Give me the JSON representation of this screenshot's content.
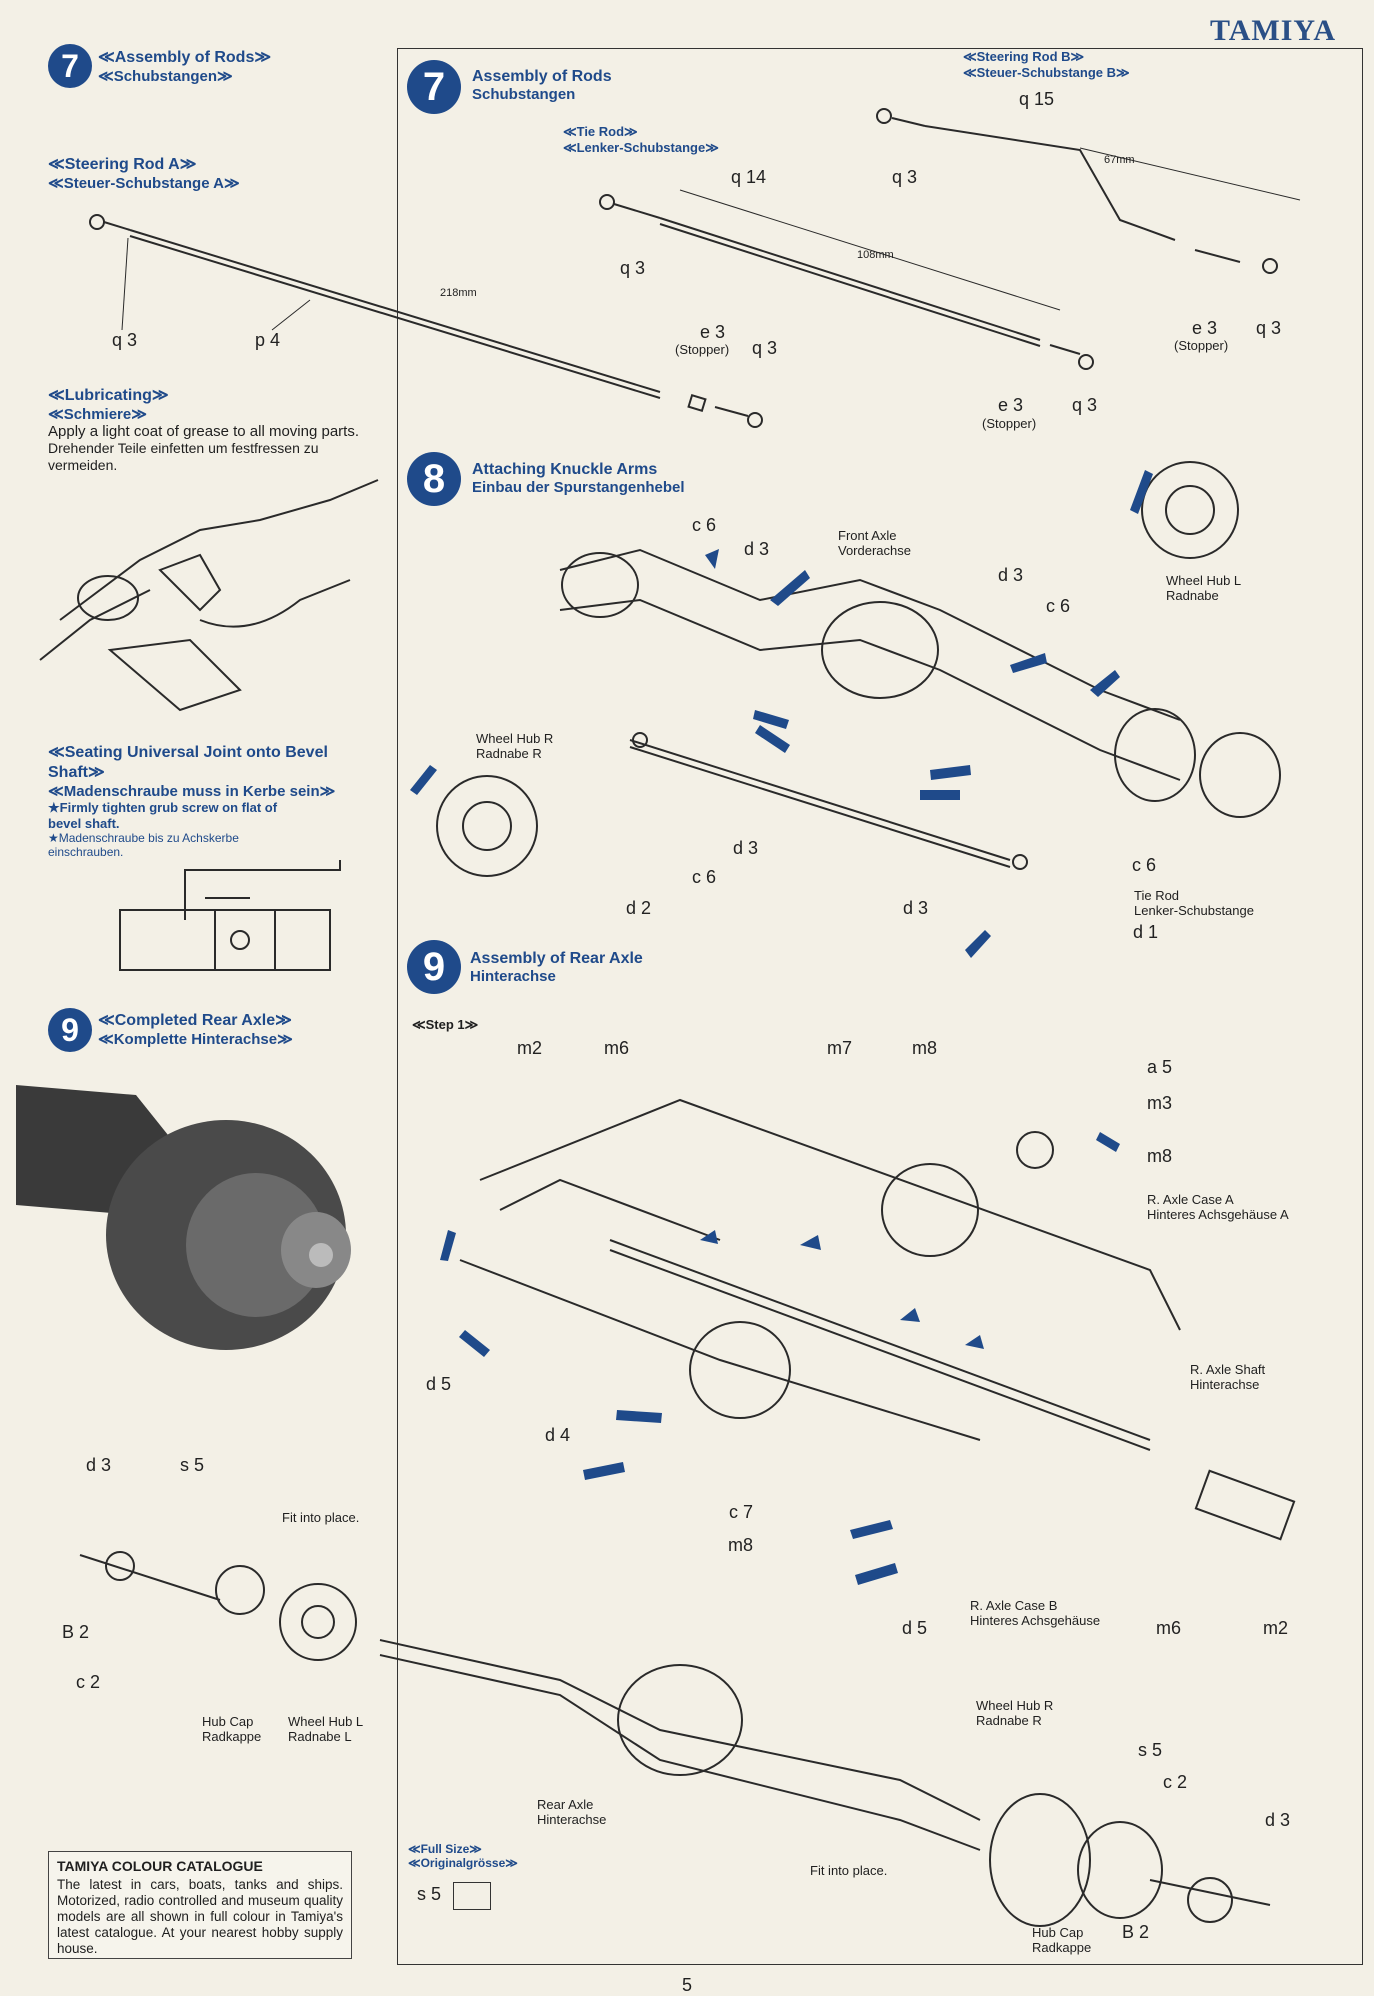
{
  "brand": "TAMIYA",
  "page_number": "5",
  "left": {
    "step7": {
      "number": "7",
      "title_en": "≪Assembly of Rods≫",
      "title_de": "≪Schubstangen≫",
      "steering_rod_a_en": "≪Steering Rod A≫",
      "steering_rod_a_de": "≪Steuer-Schubstange A≫",
      "dimension": "218mm",
      "parts": [
        "q 3",
        "p 4",
        "e 3",
        "q 3"
      ],
      "stopper": "(Stopper)"
    },
    "lubricating": {
      "title_en": "≪Lubricating≫",
      "title_de": "≪Schmiere≫",
      "text_en": "Apply a light coat of grease to all moving parts.",
      "text_de": "Drehender Teile einfetten um festfressen zu vermeiden."
    },
    "seating": {
      "title_en": "≪Seating Universal Joint onto Bevel Shaft≫",
      "title_de": "≪Madenschraube muss in Kerbe sein≫",
      "note_en": "★Firmly tighten grub screw on flat of bevel shaft.",
      "note_de": "★Madenschraube bis zu Achskerbe einschrauben."
    },
    "step9": {
      "number": "9",
      "title_en": "≪Completed Rear Axle≫",
      "title_de": "≪Komplette Hinterachse≫"
    },
    "exploded": {
      "d3": "d 3",
      "s5": "s 5",
      "b2": "B 2",
      "c2": "c 2",
      "fit_into_place": "Fit into place.",
      "hub_cap_en": "Hub Cap",
      "hub_cap_de": "Radkappe",
      "wheel_hub_l_en": "Wheel Hub L",
      "wheel_hub_l_de": "Radnabe L"
    },
    "catalogue": {
      "title": "TAMIYA COLOUR CATALOGUE",
      "text": "The latest in cars, boats, tanks and ships. Motorized, radio controlled and museum quality models are all shown in full colour in Tamiya's latest catalogue. At your nearest hobby supply house."
    }
  },
  "right": {
    "step7": {
      "number": "7",
      "title_en": "Assembly of Rods",
      "title_de": "Schubstangen",
      "steering_rod_b_en": "≪Steering Rod B≫",
      "steering_rod_b_de": "≪Steuer-Schubstange B≫",
      "rod_b_part": "q 15",
      "rod_b_dim": "67mm",
      "tie_rod_en": "≪Tie Rod≫",
      "tie_rod_de": "≪Lenker-Schubstange≫",
      "tie_rod_part": "q 14",
      "tie_rod_dim": "108mm",
      "q3": "q 3",
      "e3": "e 3",
      "stopper": "(Stopper)"
    },
    "step8": {
      "number": "8",
      "title_en": "Attaching Knuckle Arms",
      "title_de": "Einbau der Spurstangenhebel",
      "front_axle_en": "Front Axle",
      "front_axle_de": "Vorderachse",
      "wheel_hub_l_en": "Wheel Hub L",
      "wheel_hub_l_de": "Radnabe",
      "wheel_hub_r_en": "Wheel Hub R",
      "wheel_hub_r_de": "Radnabe R",
      "tie_rod_en": "Tie Rod",
      "tie_rod_de": "Lenker-Schubstange",
      "c6": "c 6",
      "d3": "d 3",
      "d2": "d 2",
      "d1": "d 1"
    },
    "step9": {
      "number": "9",
      "title_en": "Assembly of Rear Axle",
      "title_de": "Hinterachse",
      "step1": "≪Step 1≫",
      "m2": "m2",
      "m6": "m6",
      "m7": "m7",
      "m8": "m8",
      "a5": "a 5",
      "m3": "m3",
      "r_axle_case_a_en": "R. Axle Case A",
      "r_axle_case_a_de": "Hinteres Achsgehäuse A",
      "r_axle_shaft_en": "R. Axle Shaft",
      "r_axle_shaft_de": "Hinterachse",
      "r_axle_case_b_en": "R. Axle Case B",
      "r_axle_case_b_de": "Hinteres Achsgehäuse",
      "d5": "d 5",
      "d4": "d 4",
      "c7": "c 7",
      "wheel_hub_r_en": "Wheel Hub R",
      "wheel_hub_r_de": "Radnabe R",
      "rear_axle_en": "Rear Axle",
      "rear_axle_de": "Hinterachse",
      "s5": "s 5",
      "c2": "c 2",
      "d3": "d 3",
      "b2": "B 2",
      "fit_into_place": "Fit into place.",
      "hub_cap_en": "Hub Cap",
      "hub_cap_de": "Radkappe",
      "full_size_en": "≪Full Size≫",
      "full_size_de": "≪Originalgrösse≫",
      "full_size_part": "s 5"
    }
  }
}
